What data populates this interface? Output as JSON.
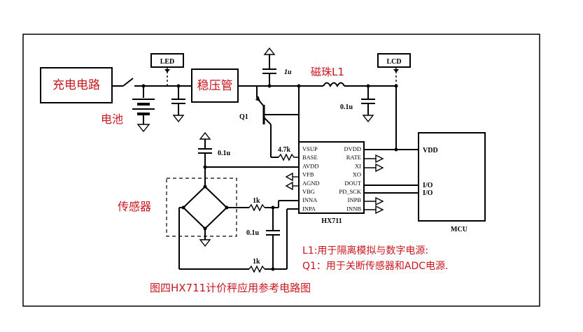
{
  "labels": {
    "charge_circuit": "充电电路",
    "regulator": "稳压管",
    "battery": "电池",
    "sensor": "传感器",
    "ferrite": "磁珠L1",
    "led": "LED",
    "lcd": "LCD",
    "q1": "Q1",
    "cap_1u_top": "1u",
    "cap_01u_l1": "0.1u",
    "cap_01u_bridge": "0.1u",
    "cap_01u_inputs": "0.1u",
    "res_4k7": "4.7k",
    "res_1k_top": "1k",
    "res_1k_bottom": "1k",
    "chip_name": "HX711",
    "mcu_name": "MCU",
    "mcu_vdd": "VDD",
    "mcu_io1": "I/O",
    "mcu_io2": "I/O"
  },
  "hx711": {
    "left_pins": [
      "VSUP",
      "BASE",
      "AVDD",
      "VFB",
      "AGND",
      "VBG",
      "INNA",
      "INPA"
    ],
    "right_pins": [
      "DVDD",
      "RATE",
      "XI",
      "XO",
      "DOUT",
      "PD_SCK",
      "INPB",
      "INNB"
    ]
  },
  "notes": {
    "line1": "L1:用于隔离模拟与数字电源:",
    "line2": "Q1：用于关断传感器和ADC电源."
  },
  "caption": "图四HX711计价秤应用参考电路图"
}
